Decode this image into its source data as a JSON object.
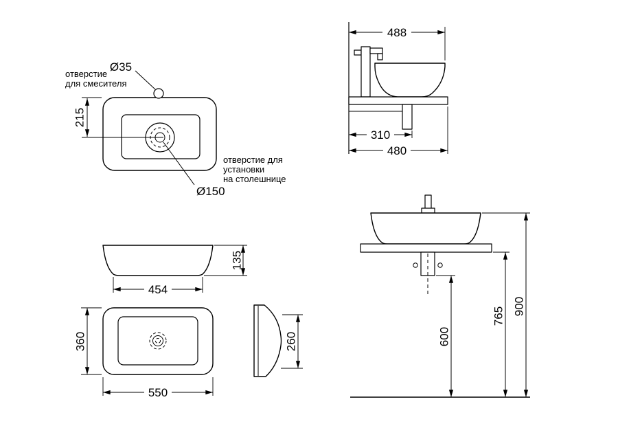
{
  "style": {
    "ink": "#000000",
    "background": "#ffffff"
  },
  "top_view": {
    "mixer_hole_diameter": "Ø35",
    "mixer_hole_note": [
      "отверстие",
      "для смесителя"
    ],
    "drain_hole_diameter": "Ø150",
    "countertop_note": [
      "отверстие для",
      "установки",
      "на столешнице"
    ],
    "edge_to_center": "215"
  },
  "side_view": {
    "width_with_faucet": "488",
    "bracket_depth": "310",
    "countertop_depth": "480"
  },
  "front_view": {
    "bowl_height": "135",
    "bowl_bottom_width": "454"
  },
  "plan_view": {
    "overall_width": "360",
    "overall_length": "550"
  },
  "profile_view": {
    "side_height": "260"
  },
  "installation_view": {
    "overall_height": "900",
    "under_counter_height": "765",
    "drain_outlet_height": "600"
  }
}
